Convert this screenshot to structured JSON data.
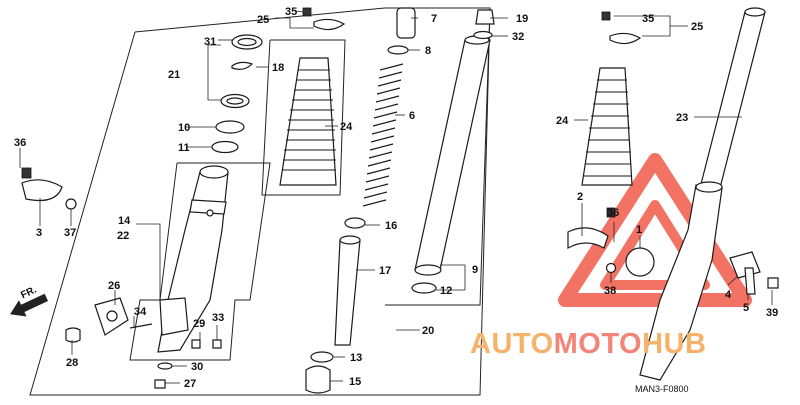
{
  "diagram": {
    "code": "MAN3-F0800",
    "direction_label": "FR.",
    "watermark": {
      "part1": "AUTO",
      "part2": "MOTO",
      "part3": "HUB",
      "colors": {
        "part1": "#f4b26a",
        "part2": "#f28478",
        "part3": "#f4b26a",
        "triangle": "#f05a4a"
      }
    },
    "callouts": {
      "c1": "1",
      "c2": "2",
      "c3": "3",
      "c4": "4",
      "c5": "5",
      "c6": "6",
      "c7": "7",
      "c8": "8",
      "c9": "9",
      "c10": "10",
      "c11": "11",
      "c12": "12",
      "c13": "13",
      "c14": "14",
      "c15": "15",
      "c16": "16",
      "c17": "17",
      "c18": "18",
      "c19": "19",
      "c20": "20",
      "c21": "21",
      "c22": "22",
      "c23": "23",
      "c24a": "24",
      "c24b": "24",
      "c25a": "25",
      "c25b": "25",
      "c26": "26",
      "c27": "27",
      "c28": "28",
      "c29": "29",
      "c30": "30",
      "c31": "31",
      "c32": "32",
      "c33": "33",
      "c34": "34",
      "c35a": "35",
      "c35b": "35",
      "c36a": "36",
      "c36b": "36",
      "c37": "37",
      "c38": "38",
      "c39": "39"
    }
  }
}
